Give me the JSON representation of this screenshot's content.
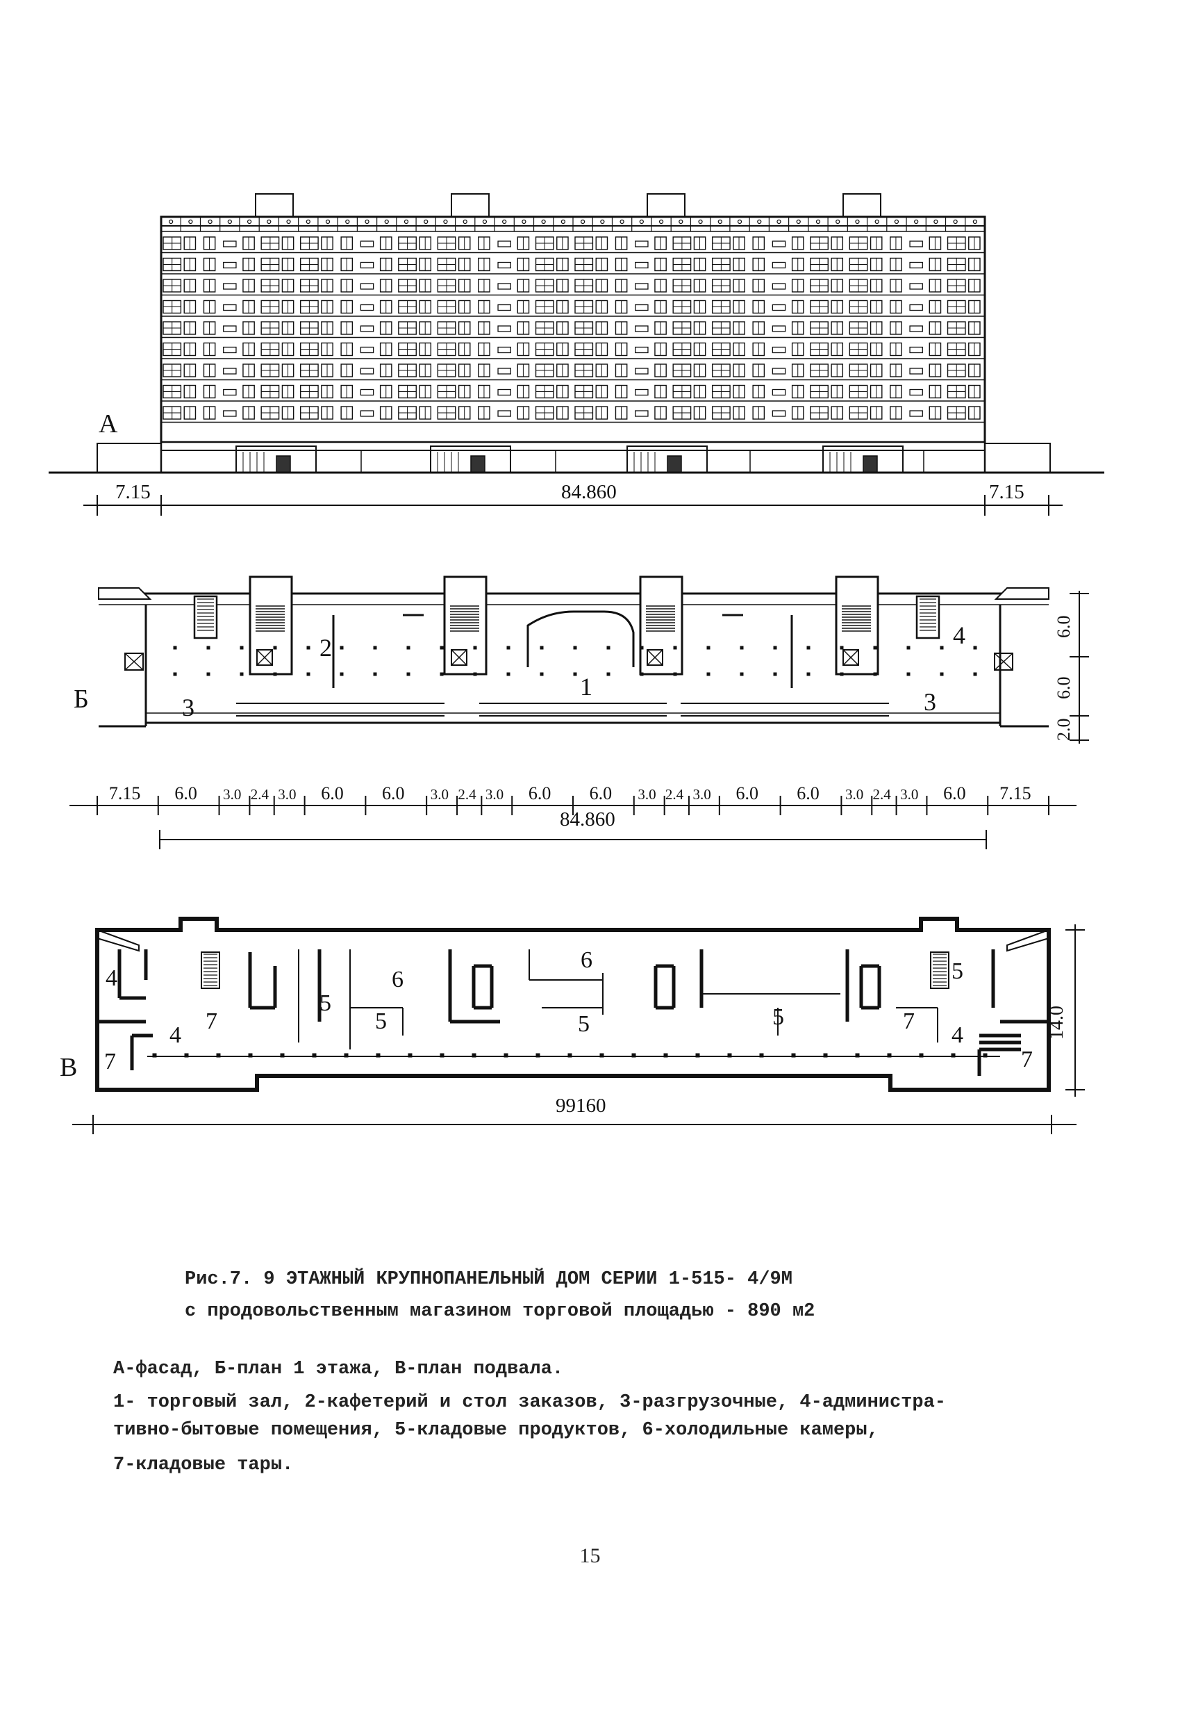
{
  "labels": {
    "facade": "А",
    "plan1": "Б",
    "basement": "В"
  },
  "facade_dims": {
    "left": "7.15",
    "total": "84.860",
    "right": "7.15"
  },
  "plan1_dims": {
    "segments": [
      "7.15",
      "6.0",
      "3.0",
      "2.4",
      "3.0",
      "6.0",
      "6.0",
      "3.0",
      "2.4",
      "3.0",
      "6.0",
      "6.0",
      "3.0",
      "2.4",
      "3.0",
      "6.0",
      "6.0",
      "3.0",
      "2.4",
      "3.0",
      "6.0",
      "7.15"
    ],
    "total": "84.860",
    "right_side": [
      "6.0",
      "6.0",
      "2.0"
    ]
  },
  "plan1_rooms": [
    "2",
    "1",
    "3",
    "3",
    "4"
  ],
  "basement_dims": {
    "total": "99160",
    "right_side": "14.0"
  },
  "basement_rooms": [
    "4",
    "4",
    "7",
    "7",
    "6",
    "5",
    "5",
    "6",
    "5",
    "5",
    "5",
    "7",
    "4",
    "7"
  ],
  "caption": {
    "line1": "Рис.7. 9 ЭТАЖНЫЙ КРУПНОПАНЕЛЬНЫЙ ДОМ СЕРИИ 1-515- 4/9М",
    "line2": "с продовольственным магазином торговой площадью - 890 м2"
  },
  "legend": {
    "line1": "А-фасад, Б-план 1 этажа, В-план подвала.",
    "line2": "1- торговый зал, 2-кафетерий и стол заказов, 3-разгрузочные, 4-администра-",
    "line3": "тивно-бытовые помещения, 5-кладовые продуктов, 6-холодильные камеры,",
    "line4": "7-кладовые тары."
  },
  "page_number": "15"
}
